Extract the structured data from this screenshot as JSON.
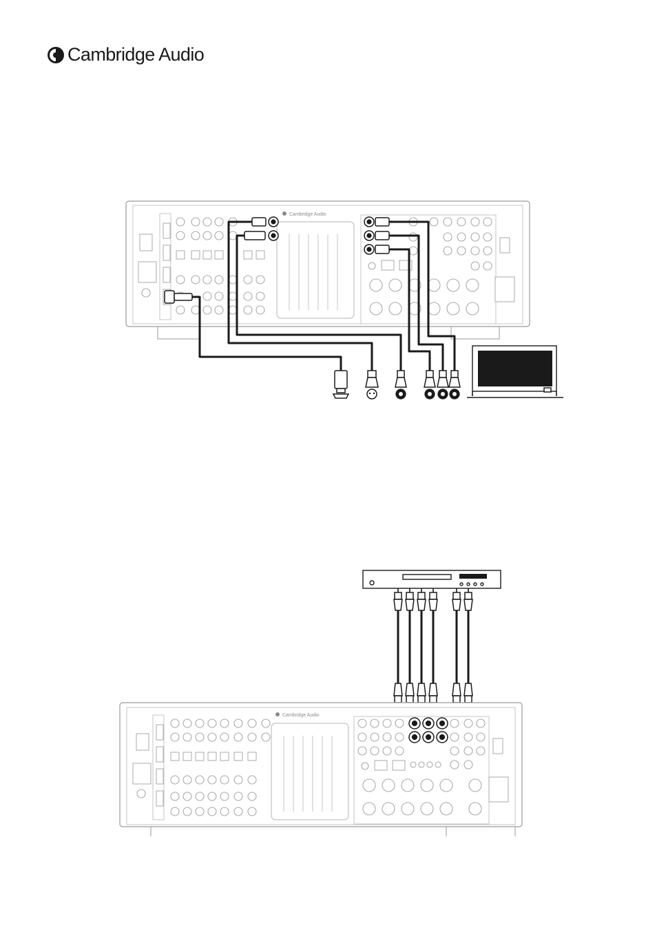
{
  "brand": {
    "name": "Cambridge Audio",
    "logo_icon": "cambridge-audio-logo-icon"
  },
  "diagrams": [
    {
      "id": "video-connections",
      "panel_label": "Cambridge Audio",
      "display_device_icon": "tv-icon",
      "plug_icons": [
        "hdmi-plug-icon",
        "s-video-plug-icon",
        "composite-plug-icon",
        "component-y-plug-icon",
        "component-pb-plug-icon",
        "component-pr-plug-icon"
      ]
    },
    {
      "id": "multichannel-connections",
      "panel_label": "Cambridge Audio",
      "source_device_icon": "player-icon",
      "cable_count": 6
    }
  ]
}
